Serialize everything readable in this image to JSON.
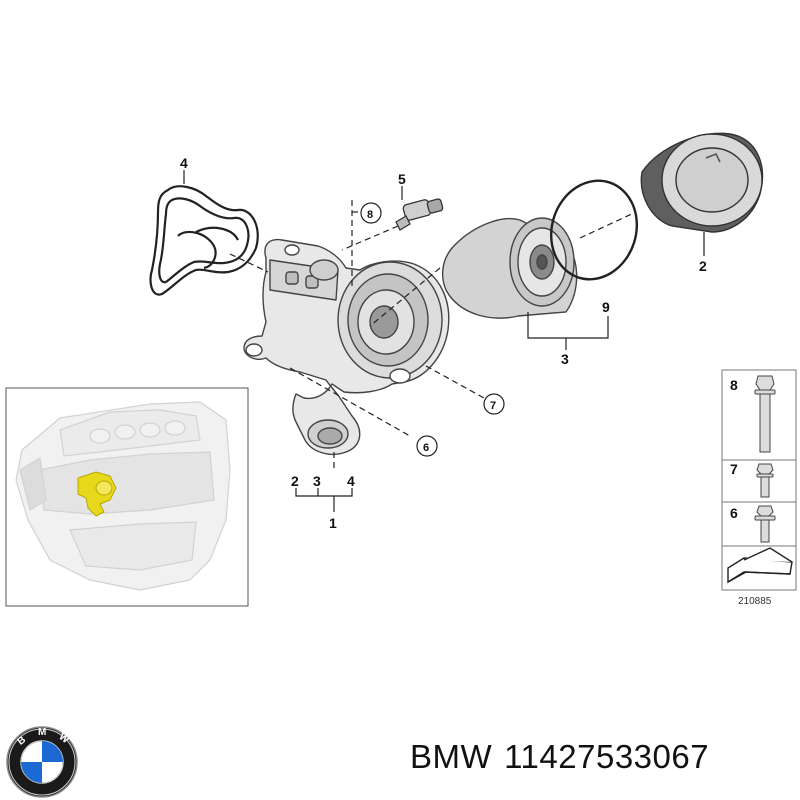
{
  "diagram": {
    "callouts": {
      "c1": "1",
      "c2": "2",
      "c3": "3",
      "c4": "4",
      "c5": "5",
      "c6": "6",
      "c7": "7",
      "c8": "8",
      "c9": "9",
      "group_2": "2",
      "group_3": "3",
      "group_4": "4"
    },
    "legend": {
      "rows": [
        {
          "number": "8",
          "item": "long-bolt"
        },
        {
          "number": "7",
          "item": "short-bolt"
        },
        {
          "number": "6",
          "item": "flange-bolt"
        }
      ]
    },
    "drawing_number": "210885"
  },
  "caption": {
    "brand": "BMW",
    "part_number": "11427533067"
  },
  "colors": {
    "line": "#222222",
    "part_fill": "#e6e6e6",
    "highlight": "#e8d81c",
    "logo_blue": "#1c69d4"
  },
  "icons": {
    "logo": "bmw-roundel-icon",
    "arrow": "drawing-arrow-icon"
  }
}
